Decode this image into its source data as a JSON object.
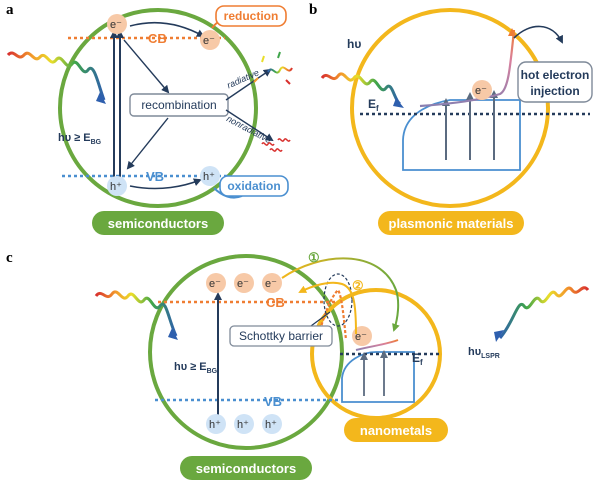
{
  "colors": {
    "green": "#6aa83f",
    "yellow": "#f3b71c",
    "orange": "#ef7d32",
    "blue": "#4a8fd0",
    "navy": "#243b5b",
    "red": "#d8302e"
  },
  "panel_a": {
    "label": "a",
    "electron": "e⁻",
    "cb": "CB",
    "vb": "VB",
    "hole": "h⁺",
    "reduction": "reduction",
    "oxidation": "oxidation",
    "recombination": "recombination",
    "radiative": "radiative",
    "nonradiative": "nonradiative",
    "photon": "hυ ≥ E",
    "photon_sub": "BG",
    "material": "semiconductors"
  },
  "panel_b": {
    "label": "b",
    "photon": "hυ",
    "fermi": "E",
    "fermi_sub": "f",
    "electron": "e⁻",
    "injection_line1": "hot electron",
    "injection_line2": "injection",
    "material": "plasmonic materials"
  },
  "panel_c": {
    "label": "c",
    "electrons": [
      "e⁻",
      "e⁻",
      "e⁻"
    ],
    "holes": [
      "h⁺",
      "h⁺",
      "h⁺"
    ],
    "cb": "CB",
    "vb": "VB",
    "barrier": "Schottky barrier",
    "path1": "①",
    "path2": "②",
    "metal_electron": "e⁻",
    "fermi": "E",
    "fermi_sub": "f",
    "photon_left": "hυ ≥ E",
    "photon_left_sub": "BG",
    "photon_right": "hυ",
    "photon_right_sub": "LSPR",
    "semiconductor_label": "semiconductors",
    "metal_label": "nanometals"
  }
}
